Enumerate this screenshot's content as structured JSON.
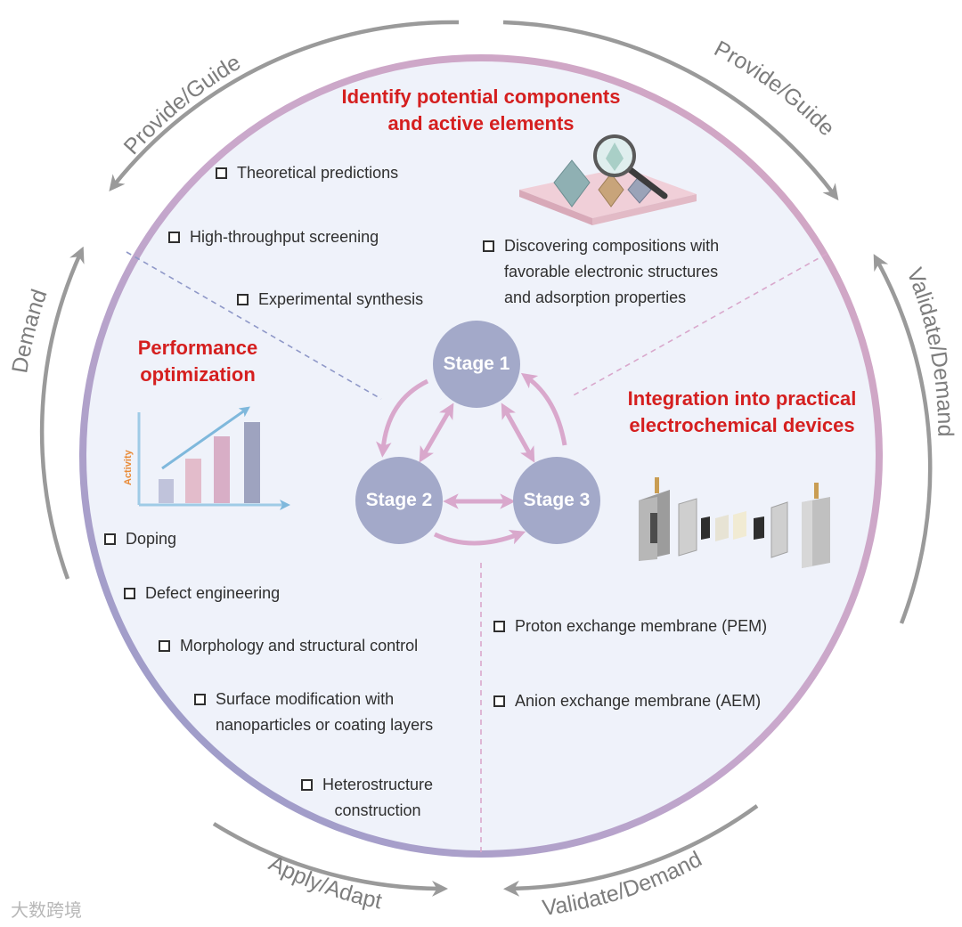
{
  "headings": {
    "stage1": "Identify potential components\nand active elements",
    "stage2": "Performance\noptimization",
    "stage3": "Integration into practical\nelectrochemical devices"
  },
  "stage1_items": [
    "Theoretical predictions",
    "High-throughput screening",
    "Experimental synthesis",
    "Discovering compositions with\nfavorable electronic structures\nand adsorption properties"
  ],
  "stage2_items": [
    "Doping",
    "Defect engineering",
    "Morphology and structural control",
    "Surface modification with\nnanoparticles or coating layers",
    "Heterostructure\nconstruction"
  ],
  "stage3_items": [
    "Proton exchange membrane (PEM)",
    "Anion exchange membrane (AEM)"
  ],
  "stages": {
    "s1": "Stage 1",
    "s2": "Stage 2",
    "s3": "Stage 3"
  },
  "outer_arrows": {
    "top_left": "Provide/Guide",
    "top_right": "Provide/Guide",
    "left": "Demand",
    "right": "Validate/Demand",
    "bottom_left": "Apply/Adapt",
    "bottom_right": "Validate/Demand"
  },
  "chart_icon": {
    "ylabel": "Activity"
  },
  "watermark": "大数跨境",
  "colors": {
    "heading_red": "#d51f1f",
    "stage_fill": "#a3a9c9",
    "arrow_pink": "#d9a8cc",
    "outer_arrow_gray": "#9a9a9a",
    "ring_left": "#8f98c8",
    "ring_right": "#d4a6c2"
  }
}
